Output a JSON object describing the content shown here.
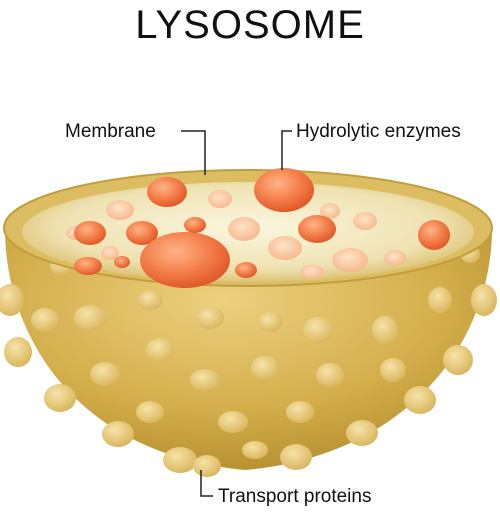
{
  "title": "LYSOSOME",
  "labels": {
    "membrane": "Membrane",
    "hydrolytic_enzymes": "Hydrolytic enzymes",
    "transport_proteins": "Transport proteins"
  },
  "colors": {
    "membrane_body": "#d8b44f",
    "membrane_shadow": "#b8902e",
    "interior": "#f0e4b8",
    "enzyme": "#f07a46",
    "protein_bump": "#e9cf7d"
  }
}
